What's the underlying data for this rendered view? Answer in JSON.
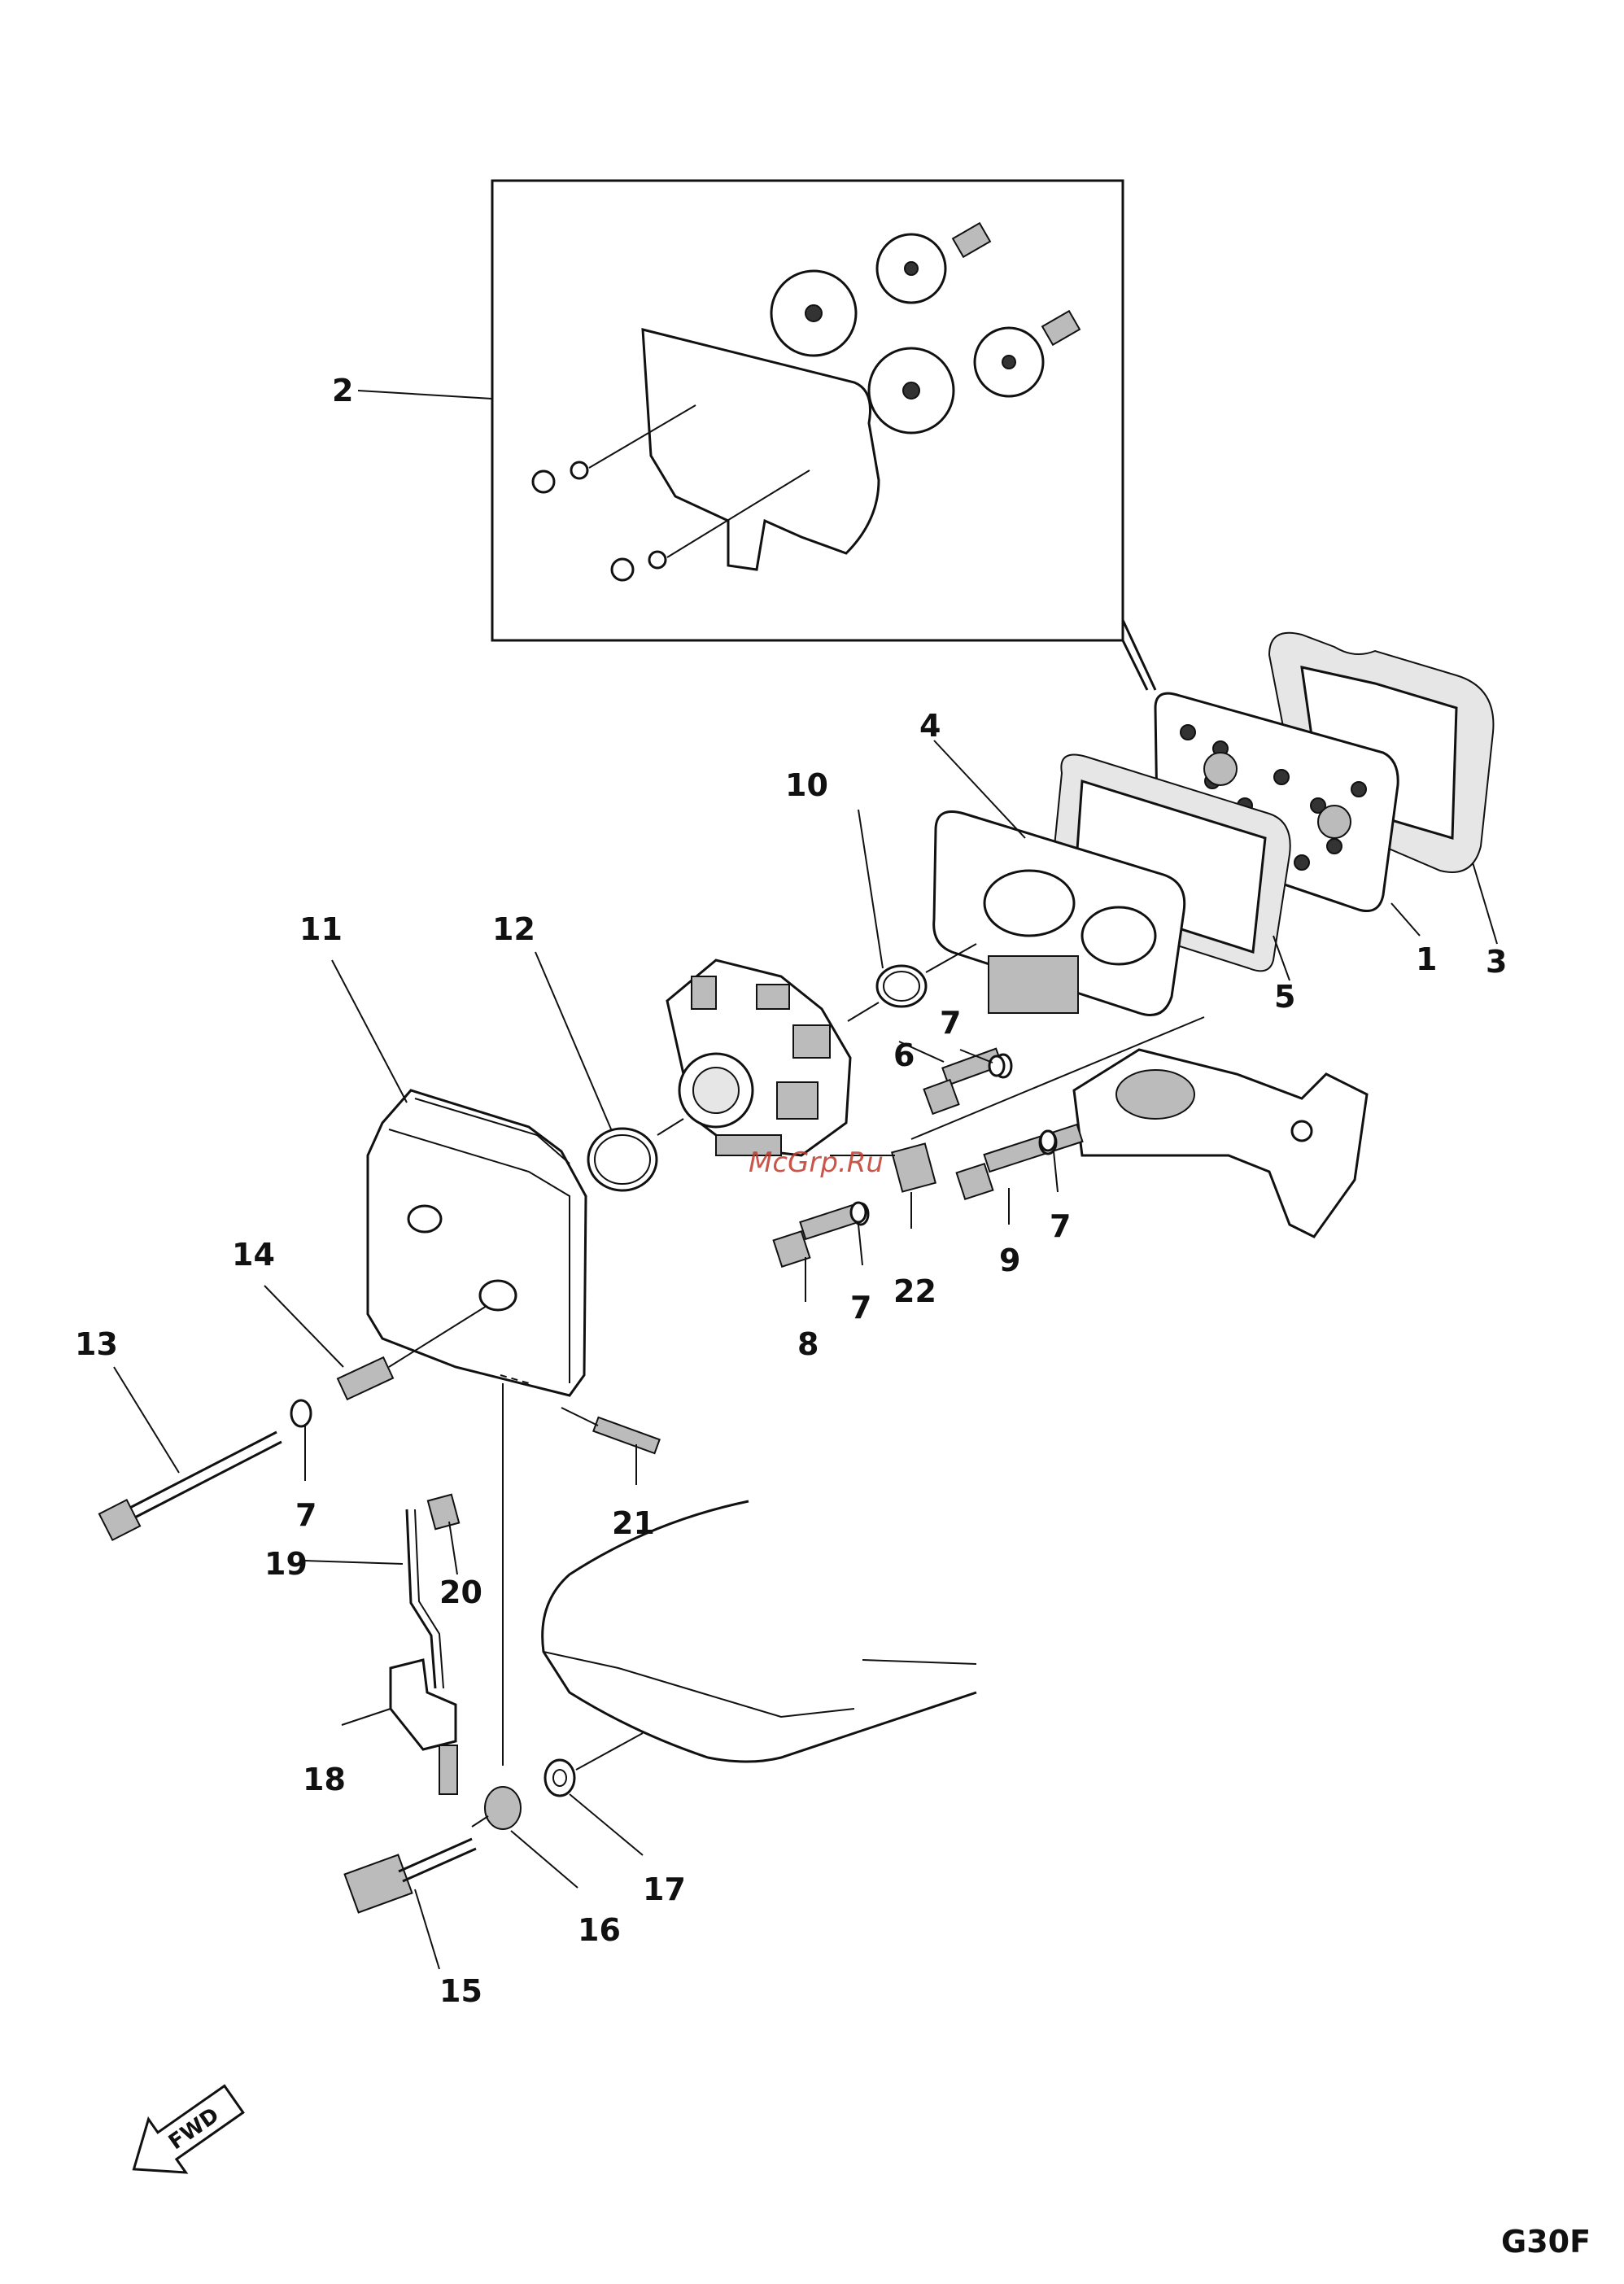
{
  "diagram": {
    "sheet_code": "G30F",
    "watermark": "McGrp.Ru",
    "fwd_label": "FWD",
    "part_labels": [
      {
        "id": "label-1",
        "text": "1"
      },
      {
        "id": "label-2",
        "text": "2"
      },
      {
        "id": "label-3",
        "text": "3"
      },
      {
        "id": "label-4",
        "text": "4"
      },
      {
        "id": "label-5",
        "text": "5"
      },
      {
        "id": "label-6",
        "text": "6"
      },
      {
        "id": "label-7a",
        "text": "7"
      },
      {
        "id": "label-7b",
        "text": "7"
      },
      {
        "id": "label-7c",
        "text": "7"
      },
      {
        "id": "label-7d",
        "text": "7"
      },
      {
        "id": "label-8",
        "text": "8"
      },
      {
        "id": "label-9",
        "text": "9"
      },
      {
        "id": "label-10",
        "text": "10"
      },
      {
        "id": "label-11",
        "text": "11"
      },
      {
        "id": "label-12",
        "text": "12"
      },
      {
        "id": "label-13",
        "text": "13"
      },
      {
        "id": "label-14",
        "text": "14"
      },
      {
        "id": "label-15",
        "text": "15"
      },
      {
        "id": "label-16",
        "text": "16"
      },
      {
        "id": "label-17",
        "text": "17"
      },
      {
        "id": "label-18",
        "text": "18"
      },
      {
        "id": "label-19",
        "text": "19"
      },
      {
        "id": "label-20",
        "text": "20"
      },
      {
        "id": "label-21",
        "text": "21"
      },
      {
        "id": "label-22",
        "text": "22"
      }
    ]
  }
}
